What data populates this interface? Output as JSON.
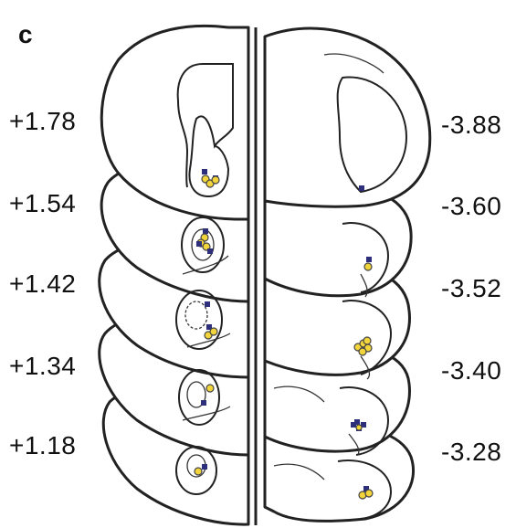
{
  "panel_label": "c",
  "left_coordinates": [
    "+1.78",
    "+1.54",
    "+1.42",
    "+1.34",
    "+1.18"
  ],
  "right_coordinates": [
    "-3.88",
    "-3.60",
    "-3.52",
    "-3.40",
    "-3.28"
  ],
  "colors": {
    "yellow_marker": "#f2d43b",
    "blue_marker": "#2d2f7a",
    "outline": "#222222"
  }
}
